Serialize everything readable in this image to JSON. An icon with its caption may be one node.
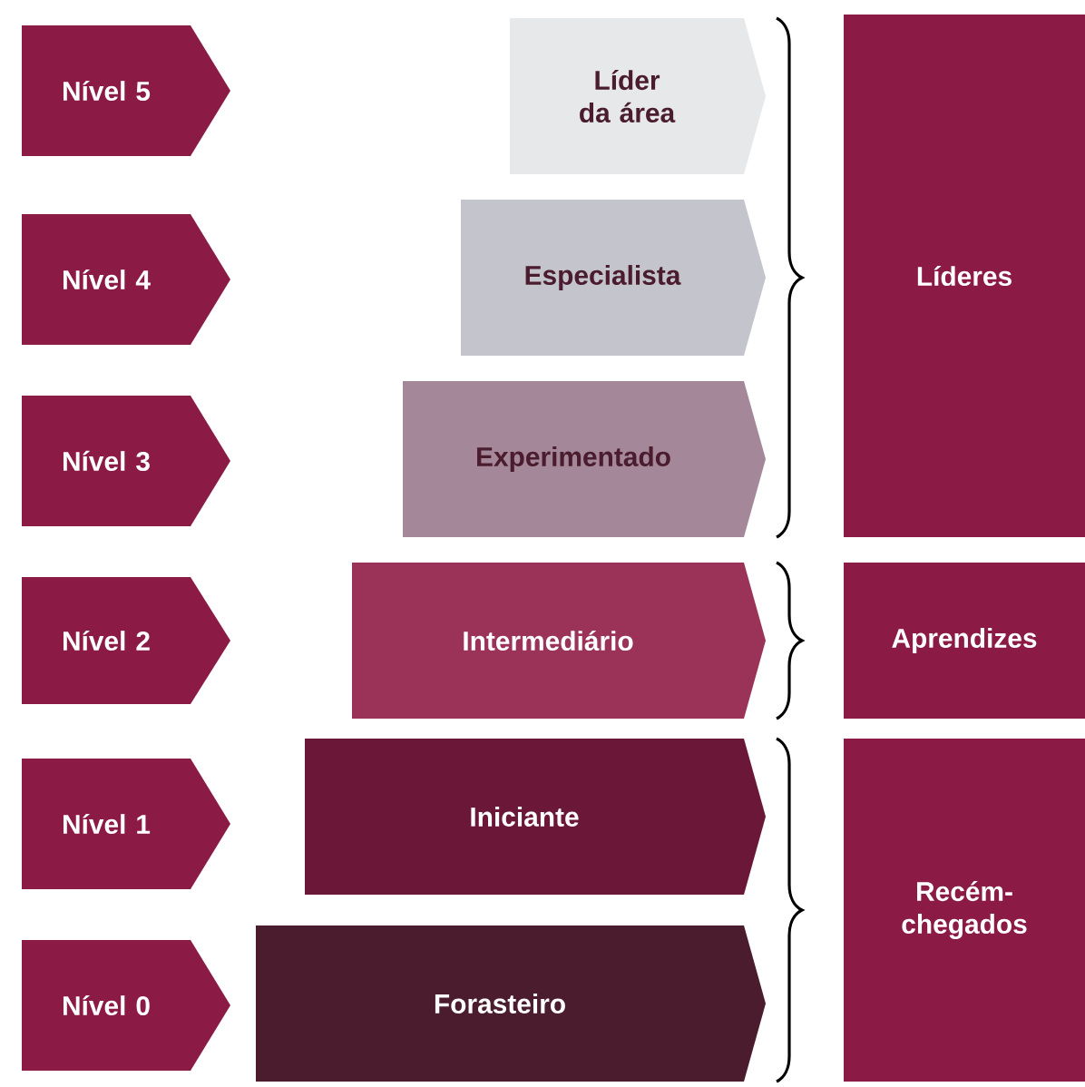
{
  "diagram": {
    "nodes": [
      {
        "text": [
          "Nível 5"
        ]
      },
      {
        "text": [
          "Líder da área"
        ]
      },
      {
        "text": [
          "Líderes"
        ]
      },
      {
        "text": [
          "Nível 4"
        ]
      },
      {
        "text": [
          "Especialista"
        ]
      },
      {
        "text": [
          "Nível 3"
        ]
      },
      {
        "text": [
          "Experimentado"
        ]
      },
      {
        "text": [
          "Nível 2"
        ]
      },
      {
        "text": [
          "Intermediário"
        ]
      },
      {
        "text": [
          "Aprendizes"
        ]
      },
      {
        "text": [
          "Nível 1"
        ]
      },
      {
        "text": [
          "Iniciante"
        ]
      },
      {
        "text": [
          "Recém-chegados"
        ]
      },
      {
        "text": [
          "Nível 0"
        ]
      },
      {
        "text": [
          "Forasteiro"
        ]
      }
    ]
  }
}
